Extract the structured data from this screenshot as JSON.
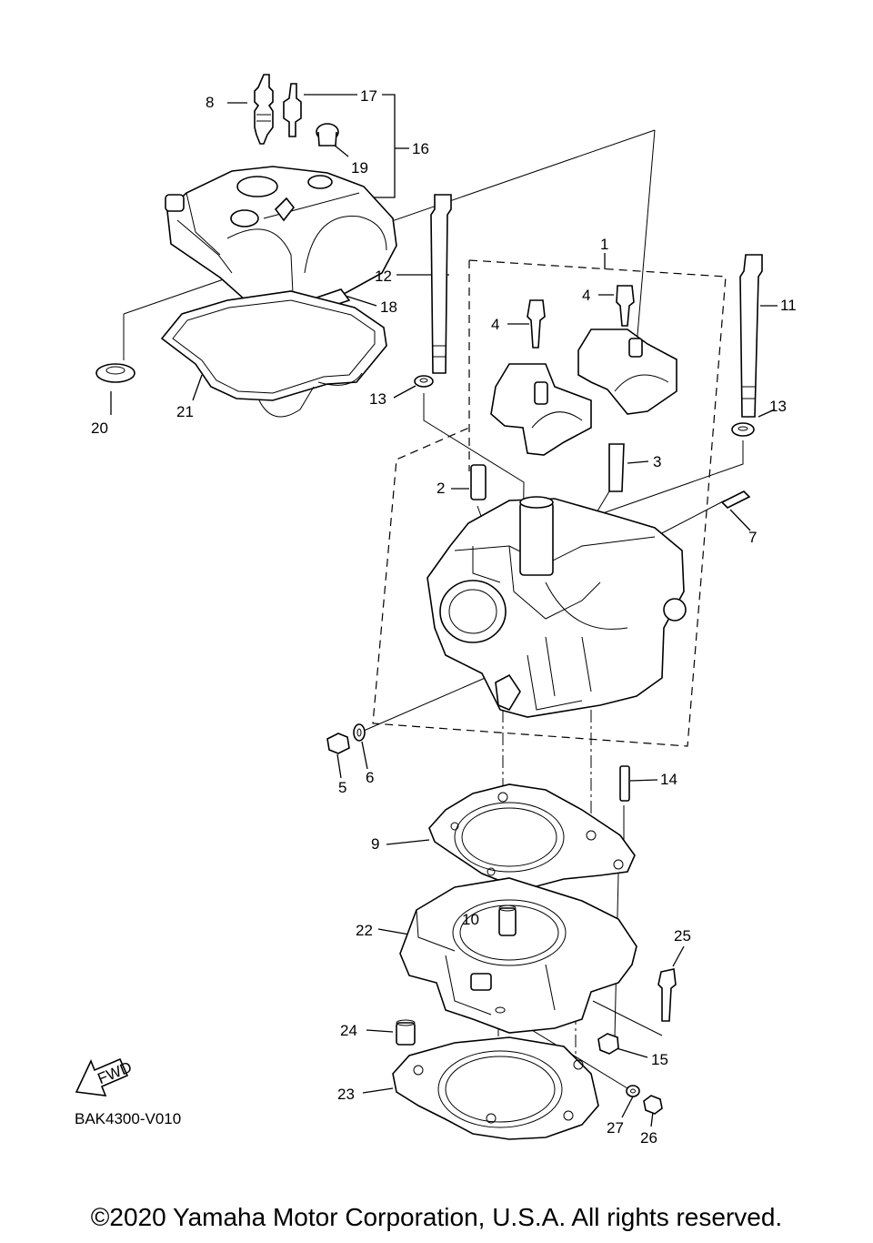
{
  "diagram_code": "BAK4300-V010",
  "fwd_label": "FWD",
  "copyright": "©2020 Yamaha Motor Corporation, U.S.A. All rights reserved.",
  "callouts": [
    "1",
    "2",
    "3",
    "4",
    "4",
    "5",
    "6",
    "7",
    "8",
    "9",
    "10",
    "11",
    "12",
    "13",
    "13",
    "14",
    "15",
    "16",
    "17",
    "18",
    "19",
    "20",
    "21",
    "22",
    "23",
    "24",
    "25",
    "26",
    "27"
  ]
}
